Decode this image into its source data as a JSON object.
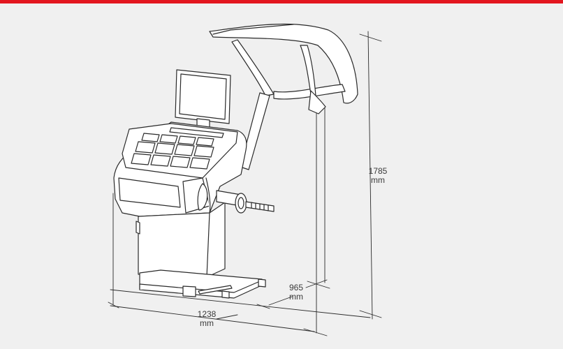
{
  "colors": {
    "accent_bar": "#e3161f",
    "background": "#f0f0f0",
    "line": "#2a2a2a"
  },
  "dimensions": {
    "height": {
      "value": "1785",
      "unit": "mm"
    },
    "depth": {
      "value": "965",
      "unit": "mm"
    },
    "width": {
      "value": "1238",
      "unit": "mm"
    }
  }
}
